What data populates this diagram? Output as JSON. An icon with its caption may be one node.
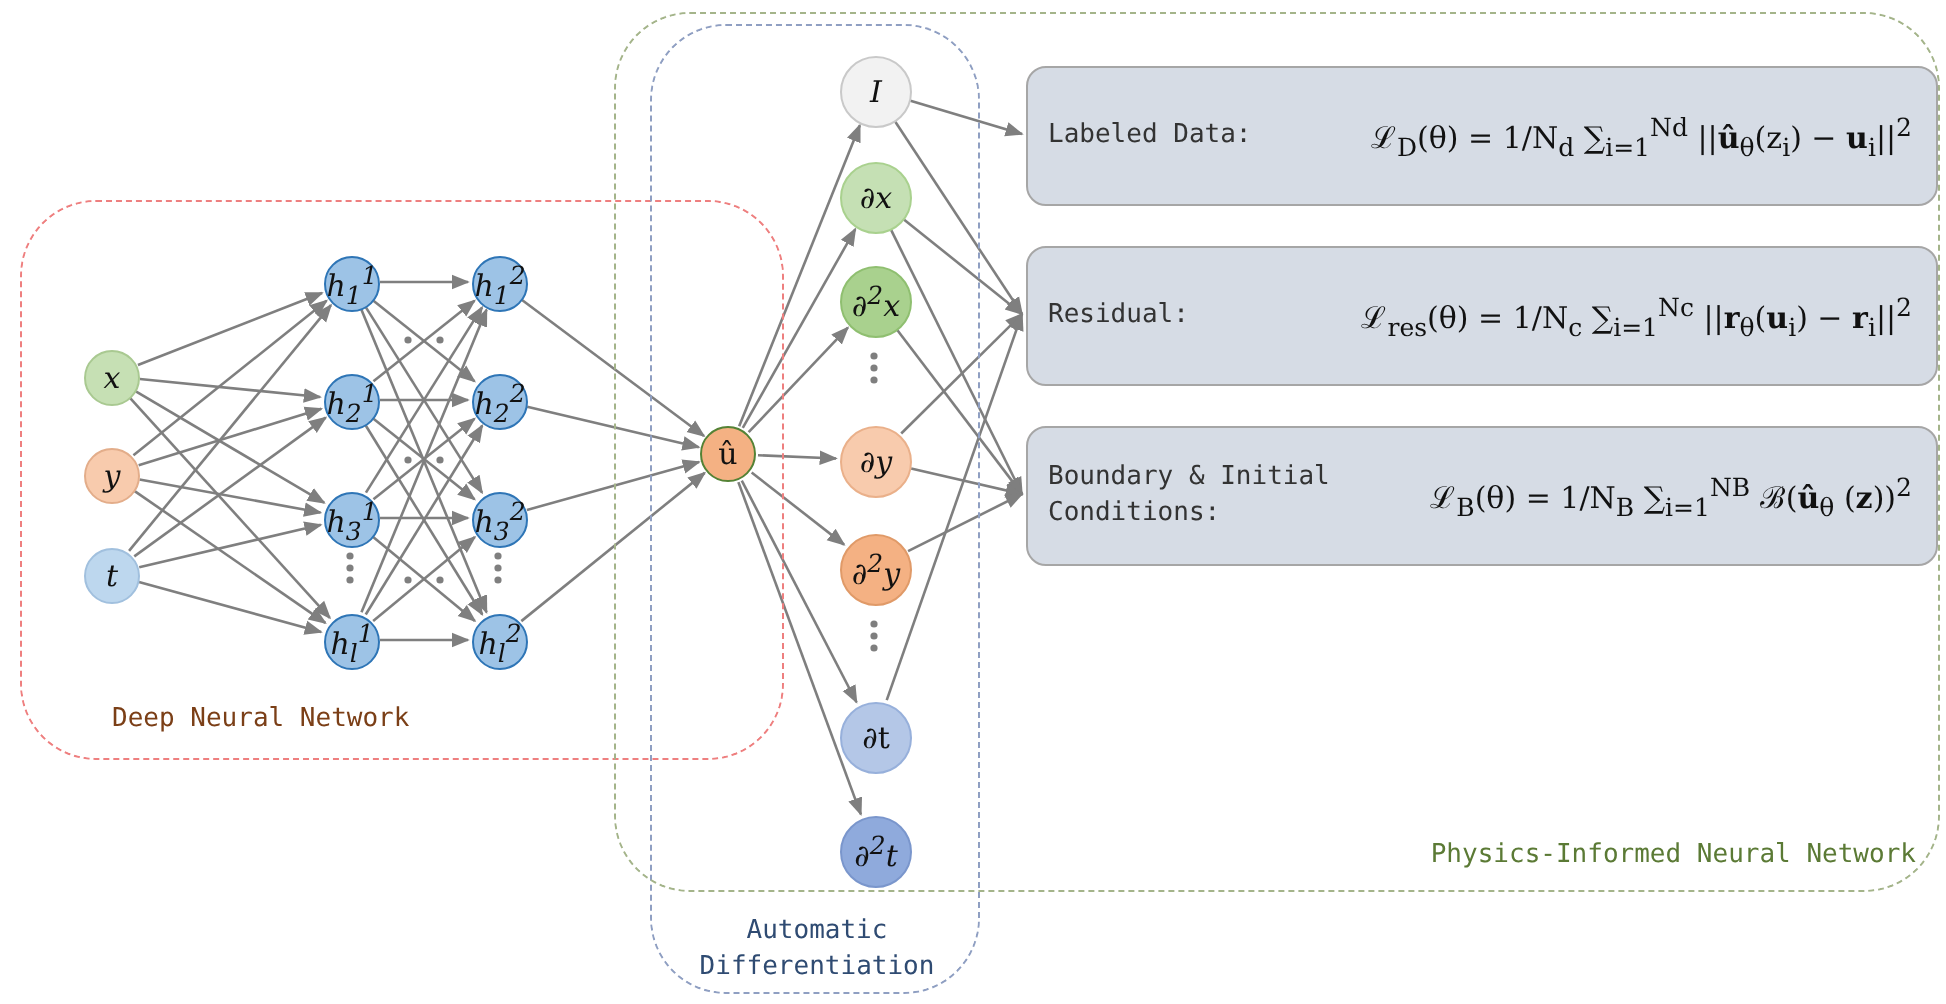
{
  "diagram": {
    "nodes": [
      {
        "text": [
          "Deep Neural Network"
        ]
      },
      {
        "text": [
          "x"
        ],
        "in": 0
      },
      {
        "text": [
          "y"
        ],
        "in": 0
      },
      {
        "text": [
          "t"
        ],
        "in": 0
      },
      {
        "text": [
          "h$_{1}$$^{1}$"
        ],
        "in": 0
      },
      {
        "text": [
          "h$_{2}$$^{1}$"
        ],
        "in": 0
      },
      {
        "text": [
          "h$_{3}$$^{1}$"
        ],
        "in": 0
      },
      {
        "text": [
          "h$_{l}$$^{1}$"
        ],
        "in": 0
      },
      {
        "text": [
          "h$_{1}$$^{2}$"
        ],
        "in": 0
      },
      {
        "text": [
          "h$_{2}$$^{2}$"
        ],
        "in": 0
      },
      {
        "text": [
          "h$_{3}$$^{2}$"
        ],
        "in": 0
      },
      {
        "text": [
          "h$_{l}$$^{2}$"
        ],
        "in": 0
      },
      {
        "text": [
          "Automatic Differentiation"
        ]
      },
      {
        "text": [
          "Physics-Informed Neural Network"
        ]
      },
      {
        "text": [
          "û"
        ]
      },
      {
        "text": [
          "I"
        ],
        "in": 12
      },
      {
        "text": [
          "∂x"
        ],
        "in": 12
      },
      {
        "text": [
          "∂$^{2}$x"
        ],
        "in": 12
      },
      {
        "text": [
          "∂y"
        ],
        "in": 12
      },
      {
        "text": [
          "∂$^{2}$y"
        ],
        "in": 12
      },
      {
        "text": [
          "∂t"
        ],
        "in": 12
      },
      {
        "text": [
          "∂$^{2}$t"
        ],
        "in": 12
      },
      {
        "text": [
          "Labeled Data:",
          "ℒ$_{D}$(θ) = 1/N$_{d}$ ∑$_{i=1}$$^{Nd}$ ||**û**$_{θ}$(z$_{i}$) − **u**$_{i}$||$^{2}$"
        ],
        "in": 13
      },
      {
        "text": [
          "Residual:",
          "ℒ$_{res}$(θ) = 1/N$_{c}$ ∑$_{i=1}$$^{Nc}$ ||**r**$_{θ}$(**u**$_{i}$) − **r**$_{i}$||$^{2}$"
        ],
        "in": 13
      },
      {
        "text": [
          "Boundary & Initial Conditions:",
          "ℒ$_{B}$(θ) = 1/N$_{B}$ ∑$_{i=1}$$^{NB}$ ℬ(**û**$_{θ}$ (**z**))$^{2}$"
        ],
        "in": 13
      }
    ],
    "edges": [
      {
        "from": 1,
        "to": 4,
        "arrow": "to"
      },
      {
        "from": 1,
        "to": 5,
        "arrow": "to"
      },
      {
        "from": 1,
        "to": 6,
        "arrow": "to"
      },
      {
        "from": 1,
        "to": 7,
        "arrow": "to"
      },
      {
        "from": 2,
        "to": 4,
        "arrow": "to"
      },
      {
        "from": 2,
        "to": 5,
        "arrow": "to"
      },
      {
        "from": 2,
        "to": 6,
        "arrow": "to"
      },
      {
        "from": 2,
        "to": 7,
        "arrow": "to"
      },
      {
        "from": 3,
        "to": 4,
        "arrow": "to"
      },
      {
        "from": 3,
        "to": 5,
        "arrow": "to"
      },
      {
        "from": 3,
        "to": 6,
        "arrow": "to"
      },
      {
        "from": 3,
        "to": 7,
        "arrow": "to"
      },
      {
        "from": 4,
        "to": 8,
        "arrow": "to"
      },
      {
        "from": 4,
        "to": 9,
        "arrow": "to"
      },
      {
        "from": 4,
        "to": 10,
        "arrow": "to"
      },
      {
        "from": 4,
        "to": 11,
        "arrow": "to"
      },
      {
        "from": 5,
        "to": 8,
        "arrow": "to"
      },
      {
        "from": 5,
        "to": 9,
        "arrow": "to"
      },
      {
        "from": 5,
        "to": 10,
        "arrow": "to"
      },
      {
        "from": 5,
        "to": 11,
        "arrow": "to"
      },
      {
        "from": 6,
        "to": 8,
        "arrow": "to"
      },
      {
        "from": 6,
        "to": 9,
        "arrow": "to"
      },
      {
        "from": 6,
        "to": 10,
        "arrow": "to"
      },
      {
        "from": 6,
        "to": 11,
        "arrow": "to"
      },
      {
        "from": 7,
        "to": 8,
        "arrow": "to"
      },
      {
        "from": 7,
        "to": 9,
        "arrow": "to"
      },
      {
        "from": 7,
        "to": 10,
        "arrow": "to"
      },
      {
        "from": 7,
        "to": 11,
        "arrow": "to"
      },
      {
        "from": 8,
        "to": 14,
        "arrow": "to"
      },
      {
        "from": 9,
        "to": 14,
        "arrow": "to"
      },
      {
        "from": 10,
        "to": 14,
        "arrow": "to"
      },
      {
        "from": 11,
        "to": 14,
        "arrow": "to"
      },
      {
        "from": 14,
        "to": 15,
        "arrow": "to"
      },
      {
        "from": 14,
        "to": 16,
        "arrow": "to"
      },
      {
        "from": 14,
        "to": 17,
        "arrow": "to"
      },
      {
        "from": 14,
        "to": 18,
        "arrow": "to"
      },
      {
        "from": 14,
        "to": 19,
        "arrow": "to"
      },
      {
        "from": 14,
        "to": 20,
        "arrow": "to"
      },
      {
        "from": 14,
        "to": 21,
        "arrow": "to"
      },
      {
        "from": 15,
        "to": 22,
        "arrow": "to"
      },
      {
        "from": 15,
        "to": 23,
        "arrow": "to"
      },
      {
        "from": 16,
        "to": 23,
        "arrow": "to"
      },
      {
        "from": 16,
        "to": 24,
        "arrow": "to"
      },
      {
        "from": 17,
        "to": 24,
        "arrow": "to"
      },
      {
        "from": 18,
        "to": 23,
        "arrow": "to"
      },
      {
        "from": 18,
        "to": 24,
        "arrow": "to"
      },
      {
        "from": 19,
        "to": 24,
        "arrow": "to"
      },
      {
        "from": 20,
        "to": 23,
        "arrow": "to"
      }
    ]
  }
}
